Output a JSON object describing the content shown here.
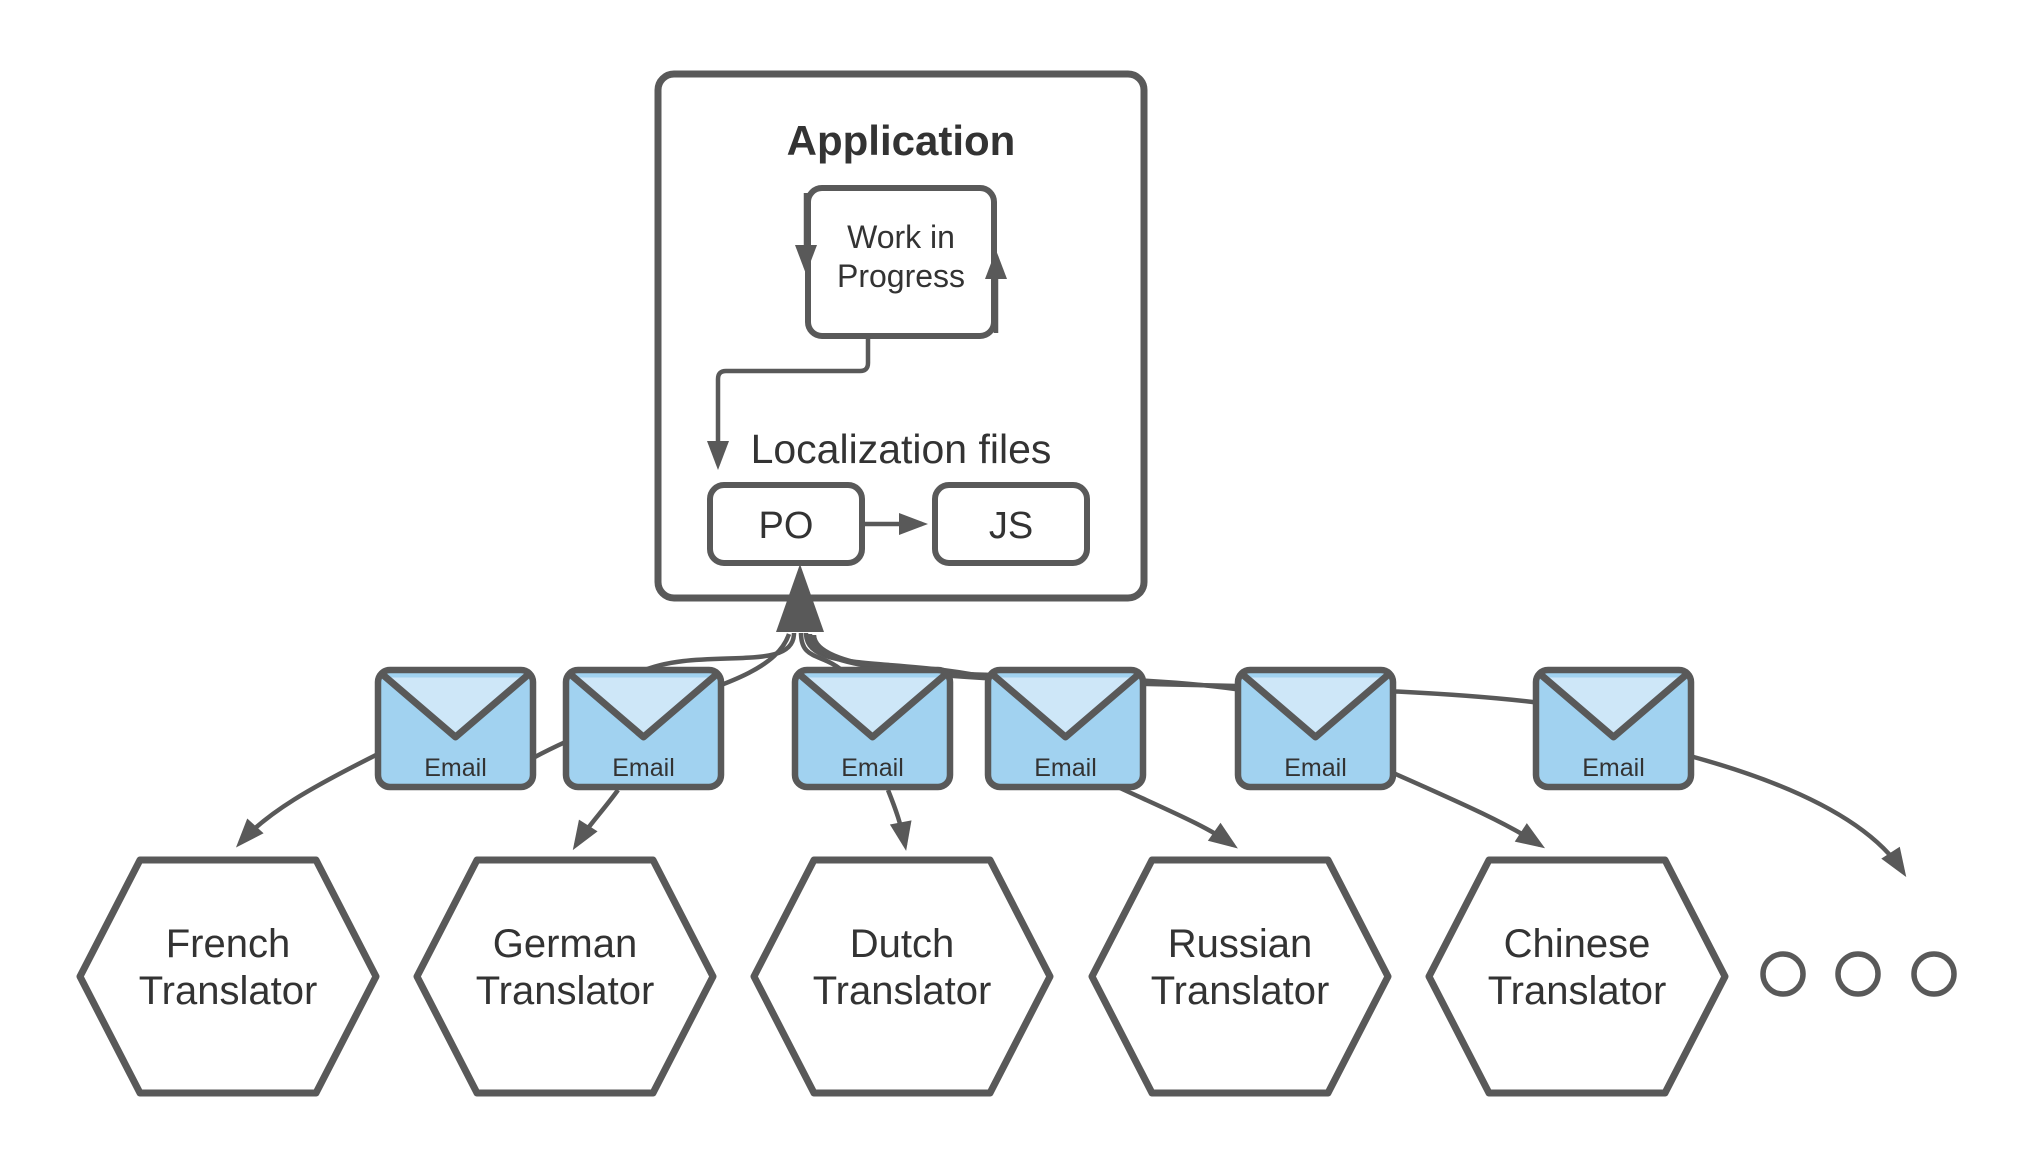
{
  "application": {
    "title": "Application",
    "wip_line1": "Work in",
    "wip_line2": "Progress",
    "localization_label": "Localization files",
    "po_label": "PO",
    "js_label": "JS"
  },
  "emails": [
    {
      "label": "Email"
    },
    {
      "label": "Email"
    },
    {
      "label": "Email"
    },
    {
      "label": "Email"
    },
    {
      "label": "Email"
    },
    {
      "label": "Email"
    }
  ],
  "translators": [
    {
      "line1": "French",
      "line2": "Translator"
    },
    {
      "line1": "German",
      "line2": "Translator"
    },
    {
      "line1": "Dutch",
      "line2": "Translator"
    },
    {
      "line1": "Russian",
      "line2": "Translator"
    },
    {
      "line1": "Chinese",
      "line2": "Translator"
    }
  ],
  "colors": {
    "stroke": "#595959",
    "text": "#333333",
    "envelope_body": "#A1D2F0",
    "envelope_flap": "#CEE7F8",
    "shape_fill": "#FFFFFF",
    "background": "#FFFFFF"
  }
}
